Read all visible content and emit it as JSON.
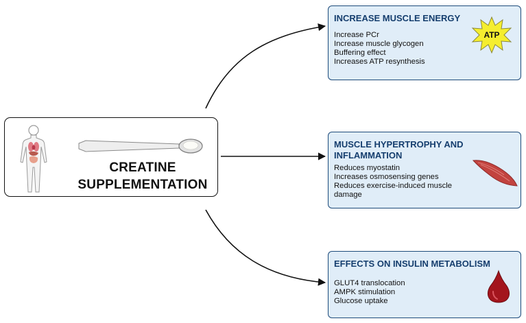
{
  "center": {
    "title_line1": "CREATINE",
    "title_line2": "SUPPLEMENTATION"
  },
  "effects": [
    {
      "title": "INCREASE MUSCLE ENERGY",
      "items": [
        "Increase PCr",
        "Increase muscle glycogen",
        "Buffering effect",
        "Increases ATP resynthesis"
      ],
      "badge": "ATP",
      "icon": "atp-starburst-icon"
    },
    {
      "title": "MUSCLE HYPERTROPHY AND INFLAMMATION",
      "items": [
        "Reduces myostatin",
        "Increases osmosensing genes",
        "Reduces exercise-induced muscle damage"
      ],
      "icon": "muscle-fiber-icon"
    },
    {
      "title": "EFFECTS ON INSULIN METABOLISM",
      "items": [
        "GLUT4 translocation",
        "AMPK stimulation",
        "Glucose uptake"
      ],
      "icon": "blood-drop-icon"
    }
  ],
  "colors": {
    "box_fill": "#e0edf8",
    "box_border": "#1d4b7a",
    "title_text": "#153e6e",
    "atp_star": "#f5ee2f",
    "muscle": "#c2433f",
    "blood": "#a3151d"
  }
}
